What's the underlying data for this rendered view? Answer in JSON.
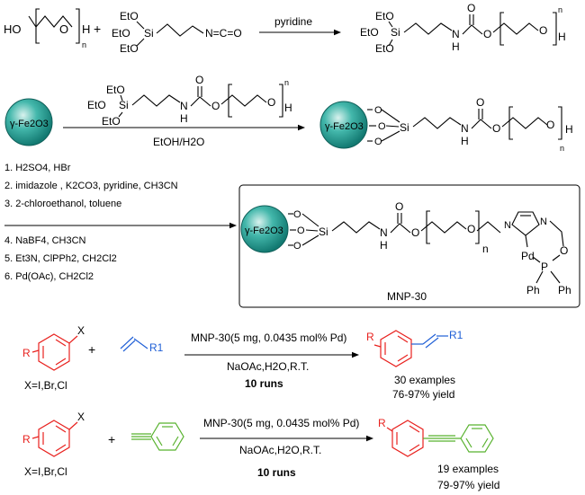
{
  "colors": {
    "black": "#000000",
    "aryl_red": "#e8211e",
    "alkene_blue": "#1f5fd6",
    "phenyl_green": "#58b22e",
    "particle": "#2aa39a"
  },
  "reaction1": {
    "peg": {
      "oh_left": "HO",
      "o_mid": "O",
      "h_end": "H",
      "n": "n"
    },
    "plus": "+",
    "silane": {
      "eto1": "EtO",
      "eto2": "EtO",
      "eto3": "EtO",
      "si": "Si",
      "isocyanate": "N=C=O"
    },
    "conditions": "pyridine",
    "product": {
      "eto1": "EtO",
      "eto2": "EtO",
      "eto3": "EtO",
      "si": "Si",
      "nh_n": "N",
      "nh_h": "H",
      "carbonyl_o": "O",
      "ester_o": "O",
      "o_end": "O",
      "h_end": "H",
      "n": "n"
    }
  },
  "reaction2": {
    "particle_label": "γ-Fe2O3",
    "reagent": {
      "eto1": "EtO",
      "eto2": "EtO",
      "eto3": "EtO",
      "si": "Si",
      "nh_n": "N",
      "nh_h": "H",
      "carbonyl_o": "O",
      "ester_o": "O",
      "o_end": "O",
      "h_end": "H",
      "n": "n"
    },
    "conditions": "EtOH/H2O",
    "product": {
      "particle_label": "γ-Fe2O3",
      "o1": "O",
      "o2": "O",
      "o3": "O",
      "si": "Si",
      "nh_n": "N",
      "nh_h": "H",
      "carbonyl_o": "O",
      "ester_o": "O",
      "o_mid": "O",
      "h_end": "H",
      "n": "n"
    }
  },
  "reaction3": {
    "steps": [
      "1. H2SO4, HBr",
      "2. imidazole , K2CO3, pyridine, CH3CN",
      "3. 2-chloroethanol, toluene",
      "4. NaBF4, CH3CN",
      "5. Et3N, ClPPh2, CH2Cl2",
      "6. Pd(OAc), CH2Cl2"
    ],
    "catalyst": {
      "particle_label": "γ-Fe2O3",
      "o1": "O",
      "o2": "O",
      "o3": "O",
      "si": "Si",
      "nh_n": "N",
      "nh_h": "H",
      "carbonyl_o": "O",
      "o_a": "O",
      "o_b": "O",
      "n": "n",
      "im_n1": "N",
      "im_n2": "N",
      "pd": "Pd",
      "p": "P",
      "o_link": "O",
      "ph1": "Ph",
      "ph2": "Ph",
      "name": "MNP-30"
    }
  },
  "heck": {
    "aryl_r": "R",
    "aryl_x": "X",
    "halides": "X=I,Br,Cl",
    "plus": "+",
    "alkene_r": "R1",
    "conditions_top": "MNP-30(5 mg, 0.0435 mol% Pd)",
    "conditions_mid": "NaOAc,H2O,R.T.",
    "runs": "10 runs",
    "product_r": "R",
    "product_r1": "R1",
    "examples": "30 examples",
    "yield": "76-97% yield"
  },
  "sonogashira": {
    "aryl_r": "R",
    "aryl_x": "X",
    "halides": "X=I,Br,Cl",
    "plus": "+",
    "conditions_top": "MNP-30(5 mg, 0.0435 mol% Pd)",
    "conditions_mid": "NaOAc,H2O,R.T.",
    "runs": "10 runs",
    "product_r": "R",
    "examples": "19 examples",
    "yield": "79-97% yield"
  }
}
